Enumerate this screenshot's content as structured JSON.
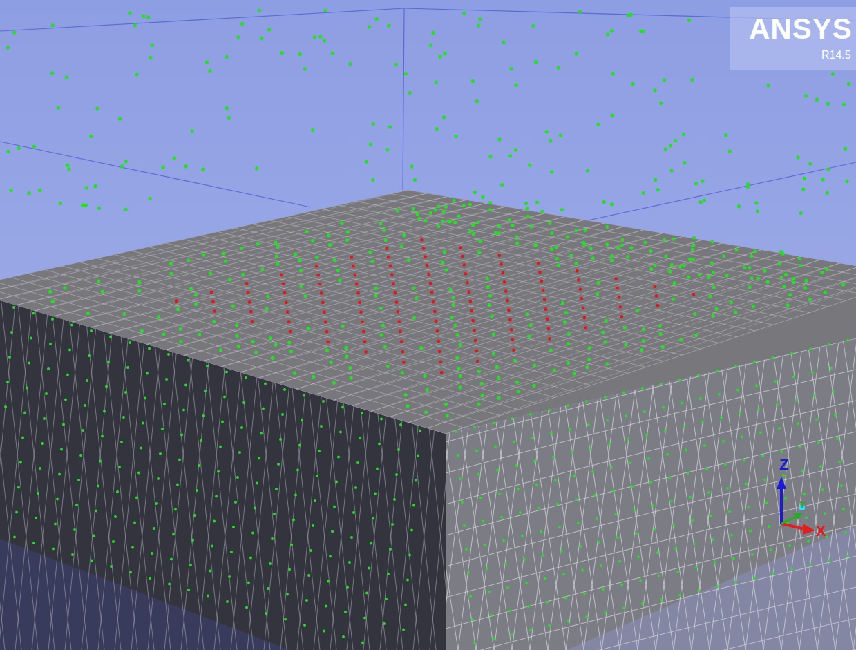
{
  "diagram": {
    "labels": [
      "ANSYS",
      "R14.5",
      "Z",
      "Y",
      "X"
    ]
  }
}
